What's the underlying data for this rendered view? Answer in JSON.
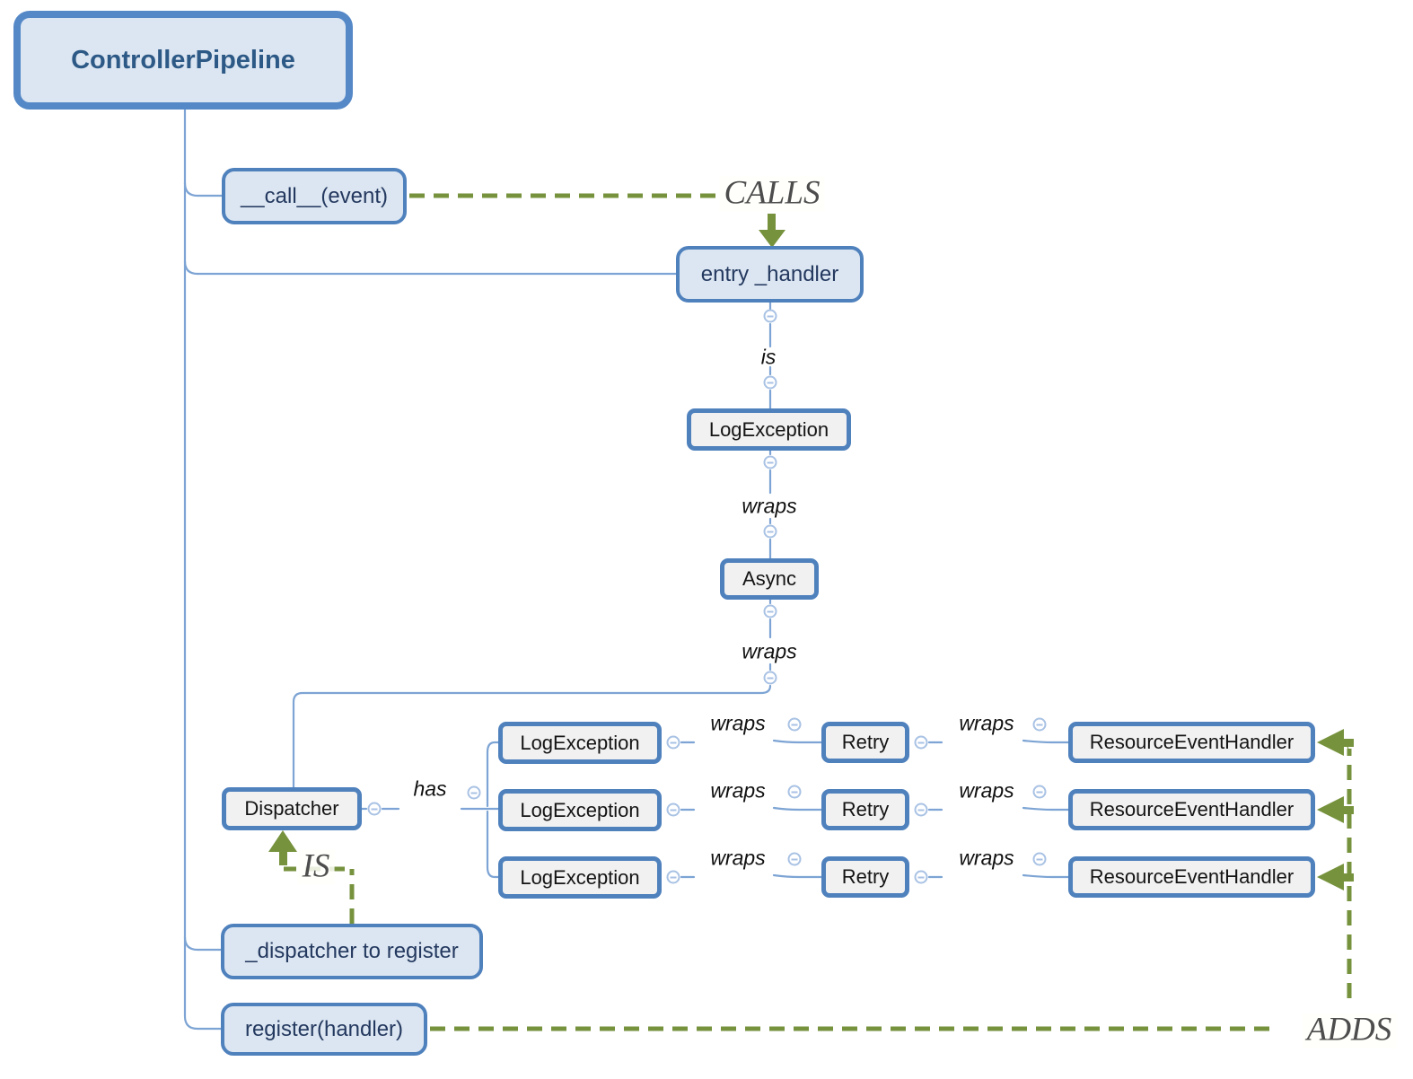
{
  "diagram": {
    "title_node": "ControllerPipeline",
    "nodes": {
      "root": "ControllerPipeline",
      "call_event": "__call__(event)",
      "entry_handler": "entry _handler",
      "log_exception": "LogException",
      "async_wrapper": "Async",
      "dispatcher": "Dispatcher",
      "dispatcher_to_register": "_dispatcher to register",
      "register_handler": "register(handler)"
    },
    "rows": [
      {
        "log": "LogException",
        "retry": "Retry",
        "handler": "ResourceEventHandler"
      },
      {
        "log": "LogException",
        "retry": "Retry",
        "handler": "ResourceEventHandler"
      },
      {
        "log": "LogException",
        "retry": "Retry",
        "handler": "ResourceEventHandler"
      }
    ],
    "relation_labels": {
      "is": "is",
      "wraps": "wraps",
      "has": "has"
    },
    "green_labels": {
      "calls": "CALLS",
      "is_caps": "IS",
      "adds": "ADDS"
    },
    "icons": {
      "collapse_toggle": "minus-circle"
    },
    "colors": {
      "node_border_blue": "#4f81bd",
      "node_fill_blue": "#dce6f2",
      "node_fill_gray": "#f1f1f1",
      "node_text_navy": "#24395f",
      "connector_blue": "#7da4d4",
      "toggle_blue": "#a9c2e4",
      "relation_green": "#76923d",
      "big_label_gray": "#4d4d4d"
    }
  }
}
